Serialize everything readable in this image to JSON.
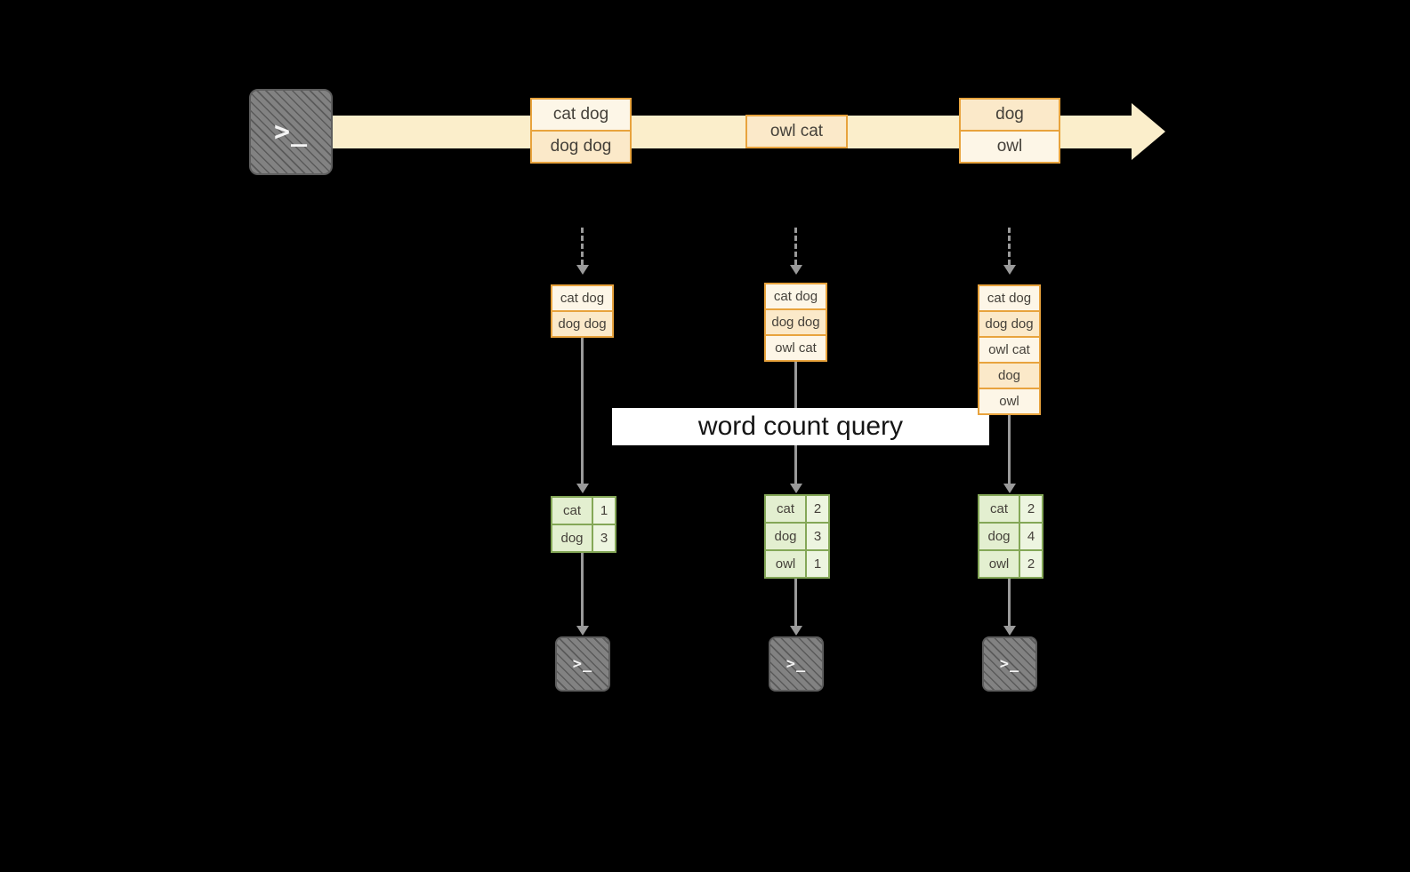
{
  "banner": {
    "label": "word count query"
  },
  "icons": {
    "terminal_glyph": ">_"
  },
  "colors": {
    "stream_band": "#fbeecb",
    "box_border": "#e8a33d",
    "box_fill_light": "#fdf6e7",
    "box_fill_medium": "#fbe9c9",
    "table_border": "#84a757",
    "table_fill_word": "#e3efd0",
    "table_fill_count": "#edf5e0",
    "arrow_gray": "#9a9a9a",
    "terminal_gray": "#828282"
  },
  "stream_batches": [
    {
      "records": [
        "cat dog",
        "dog dog"
      ]
    },
    {
      "records": [
        "owl cat"
      ]
    },
    {
      "records": [
        "dog",
        "owl"
      ]
    }
  ],
  "micro_batches": [
    {
      "inputs": [
        "cat dog",
        "dog dog"
      ],
      "results": [
        {
          "word": "cat",
          "count": "1"
        },
        {
          "word": "dog",
          "count": "3"
        }
      ]
    },
    {
      "inputs": [
        "cat dog",
        "dog dog",
        "owl cat"
      ],
      "results": [
        {
          "word": "cat",
          "count": "2"
        },
        {
          "word": "dog",
          "count": "3"
        },
        {
          "word": "owl",
          "count": "1"
        }
      ]
    },
    {
      "inputs": [
        "cat dog",
        "dog dog",
        "owl cat",
        "dog",
        "owl"
      ],
      "results": [
        {
          "word": "cat",
          "count": "2"
        },
        {
          "word": "dog",
          "count": "4"
        },
        {
          "word": "owl",
          "count": "2"
        }
      ]
    }
  ]
}
